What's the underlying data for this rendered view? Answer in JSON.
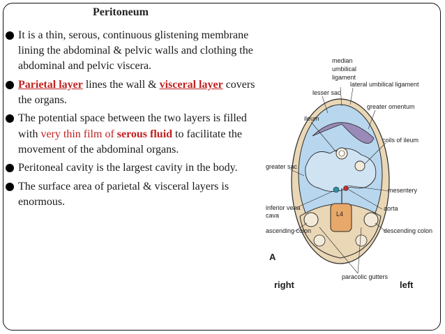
{
  "slide": {
    "title": "Peritoneum",
    "bullets": [
      {
        "type": "plain",
        "text": "It is a thin, serous, continuous glistening membrane lining the abdominal & pelvic walls and clothing the abdominal and pelvic viscera."
      },
      {
        "type": "layers",
        "parietal": "Parietal layer",
        "mid": "lines the wall &",
        "visceral": "visceral layer",
        "end": "covers the organs."
      },
      {
        "type": "fluid",
        "pre": "The potential space between the two layers is filled with",
        "thin": "very thin film of",
        "serous": "serous fluid",
        "post": "to facilitate the movement of the abdominal organs."
      },
      {
        "type": "plain",
        "text": "Peritoneal cavity is the largest cavity in the body."
      },
      {
        "type": "plain",
        "text": "The surface area of parietal & visceral layers is enormous."
      }
    ]
  },
  "figure": {
    "labels": {
      "median": "median",
      "umbilical": "umbilical",
      "ligament": "ligament",
      "lateral_umbilical_ligament": "lateral umbilical ligament",
      "lesser_sac": "lesser sac",
      "greater_omentum": "greater omentum",
      "ileum": "ileum",
      "coils_of_ileum": "coils of ileum",
      "greater_sac": "greater sac",
      "mesentery": "mesentery",
      "inferior_vena": "inferior vena",
      "cava": "cava",
      "aorta": "aorta",
      "vertebra": "L4",
      "ascending_colon": "ascending colon",
      "descending_colon": "descending colon",
      "panel": "A",
      "paracolic_gutters": "paracolic gutters",
      "right": "right",
      "left": "left"
    },
    "colors": {
      "peritoneum_blue": "#b8d7ee",
      "wall_tan": "#ead7b6",
      "vertebra_orange": "#e8a86a",
      "outline": "#2a2a2a"
    }
  }
}
